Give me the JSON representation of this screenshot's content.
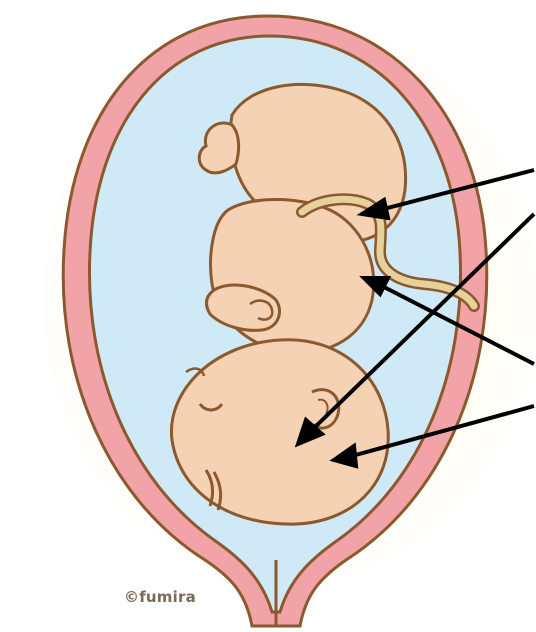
{
  "diagram": {
    "subject": "fetus-in-uterus-head-down",
    "credit": "©fumira",
    "pointers": [
      {
        "name": "umbilical-cord-pointer"
      },
      {
        "name": "body-pointer"
      },
      {
        "name": "ear-pointer"
      },
      {
        "name": "head-pointer"
      }
    ]
  },
  "colors": {
    "uterus_wall": "#f2a3a7",
    "outline": "#8a5a2e",
    "amniotic_fluid": "#cfe9f6",
    "skin": "#f6d2b5",
    "cord": "#e6d19c",
    "glow": "#fdf7d8",
    "arrow": "#000000"
  }
}
